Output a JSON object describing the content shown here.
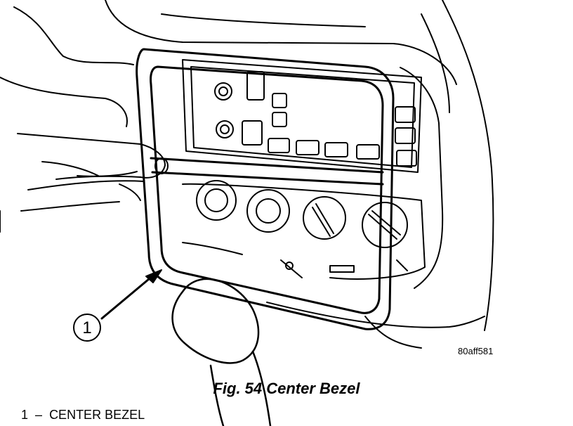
{
  "figure": {
    "callout_number": "1",
    "image_code": "80aff581",
    "caption": "Fig. 54 Center Bezel"
  },
  "legend": [
    {
      "number": "1",
      "dash": "–",
      "label": "CENTER BEZEL"
    }
  ]
}
